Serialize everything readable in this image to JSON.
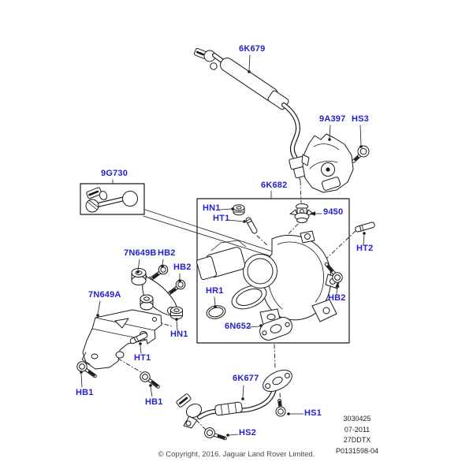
{
  "diagram_title": "Turbocharger exploded parts diagram",
  "colors": {
    "label_blue": "#2222cf",
    "line_black": "#1a1a1a",
    "background": "#ffffff"
  },
  "labels": {
    "p6k679": "6K679",
    "p9a397": "9A397",
    "hs3": "HS3",
    "p9g730": "9G730",
    "p6k682": "6K682",
    "hn1_a": "HN1",
    "ht1_a": "HT1",
    "p9450": "9450",
    "ht2": "HT2",
    "p7n649b": "7N649B",
    "hb2_a": "HB2",
    "hb2_b": "HB2",
    "p7n649a": "7N649A",
    "hr1": "HR1",
    "hb2_c": "HB2",
    "hn1_b": "HN1",
    "p6n652": "6N652",
    "ht1_b": "HT1",
    "hb1_a": "HB1",
    "hb1_b": "HB1",
    "p6k677": "6K677",
    "hs1": "HS1",
    "hs2": "HS2"
  },
  "stamp": {
    "lines": [
      "3030425",
      "07-2011",
      "27DDTX",
      "P0131598-04"
    ]
  },
  "footer": {
    "copyright": "© Copyright, 2016. Jaguar Land Rover Limited."
  }
}
